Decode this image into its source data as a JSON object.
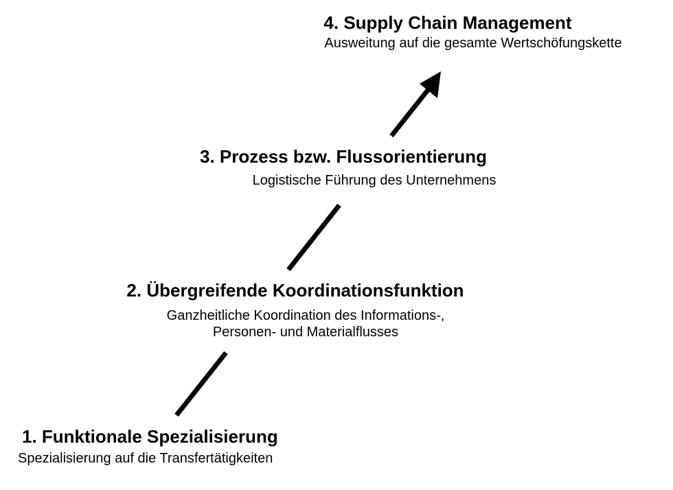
{
  "diagram": {
    "stages": [
      {
        "number": "1.",
        "title": "1.  Funktionale Spezialisierung",
        "description": "Spezialisierung auf die Transfertätigkeiten"
      },
      {
        "number": "2.",
        "title": "2.  Übergreifende Koordinationsfunktion",
        "description": "Ganzheitliche Koordination des Informations-,\nPersonen- und Materialflusses"
      },
      {
        "number": "3.",
        "title": "3.  Prozess bzw. Flussorientierung",
        "description": "Logistische Führung des Unternehmens"
      },
      {
        "number": "4.",
        "title": "4.  Supply Chain Management",
        "description": "Ausweitung auf die gesamte Wertschöfungskette"
      }
    ],
    "colors": {
      "text": "#000000",
      "arrow": "#000000",
      "background": "#ffffff"
    }
  }
}
